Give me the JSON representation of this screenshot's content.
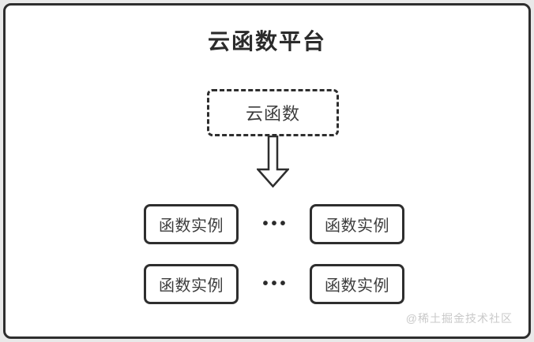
{
  "diagram": {
    "title": "云函数平台",
    "cloud_function": {
      "label": "云函数"
    },
    "instances": [
      {
        "label": "函数实例"
      },
      {
        "label": "函数实例"
      },
      {
        "label": "函数实例"
      },
      {
        "label": "函数实例"
      }
    ],
    "ellipsis": "•••",
    "watermark": "@稀土掘金技术社区",
    "colors": {
      "border": "#2e2e2e",
      "node_text": "#3d3d3d",
      "title_text": "#2b2b2b",
      "card_background": "#ffffff",
      "page_background": "#e9e9e9",
      "watermark_text": "#c9c9c9"
    }
  }
}
